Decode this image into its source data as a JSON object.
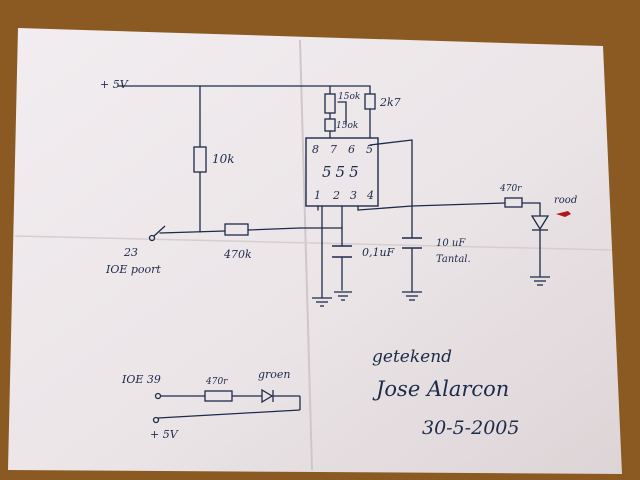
{
  "labels": {
    "vcc": "+ 5V",
    "r_10k": "10k",
    "r_470k": "470k",
    "pot_15k_top": "15ok",
    "pot_15k_bottom": "15ok",
    "r_2k7": "2k7",
    "pin_top": [
      "8",
      "7",
      "6",
      "5"
    ],
    "chip": "555",
    "pin_bottom": [
      "1",
      "2",
      "3",
      "4"
    ],
    "r_470r_out": "470r",
    "led_red": "rood",
    "input_num": "23",
    "input_name": "IOE poort",
    "cap_01uf": "0,1uF",
    "cap_10uf": "10 uF",
    "cap_10uf_type": "Tantal.",
    "bottom_port": "IOE 39",
    "bottom_r": "470r",
    "bottom_led": "groen",
    "bottom_vcc": "+ 5V",
    "note_1": "getekend",
    "note_2": "Jose Alarcon",
    "note_3": "30-5-2005"
  },
  "colors": {
    "ink": "#1e2a4a",
    "paper": "#ede7ea",
    "background": "#8a5a22",
    "led_red": "#b01818"
  }
}
